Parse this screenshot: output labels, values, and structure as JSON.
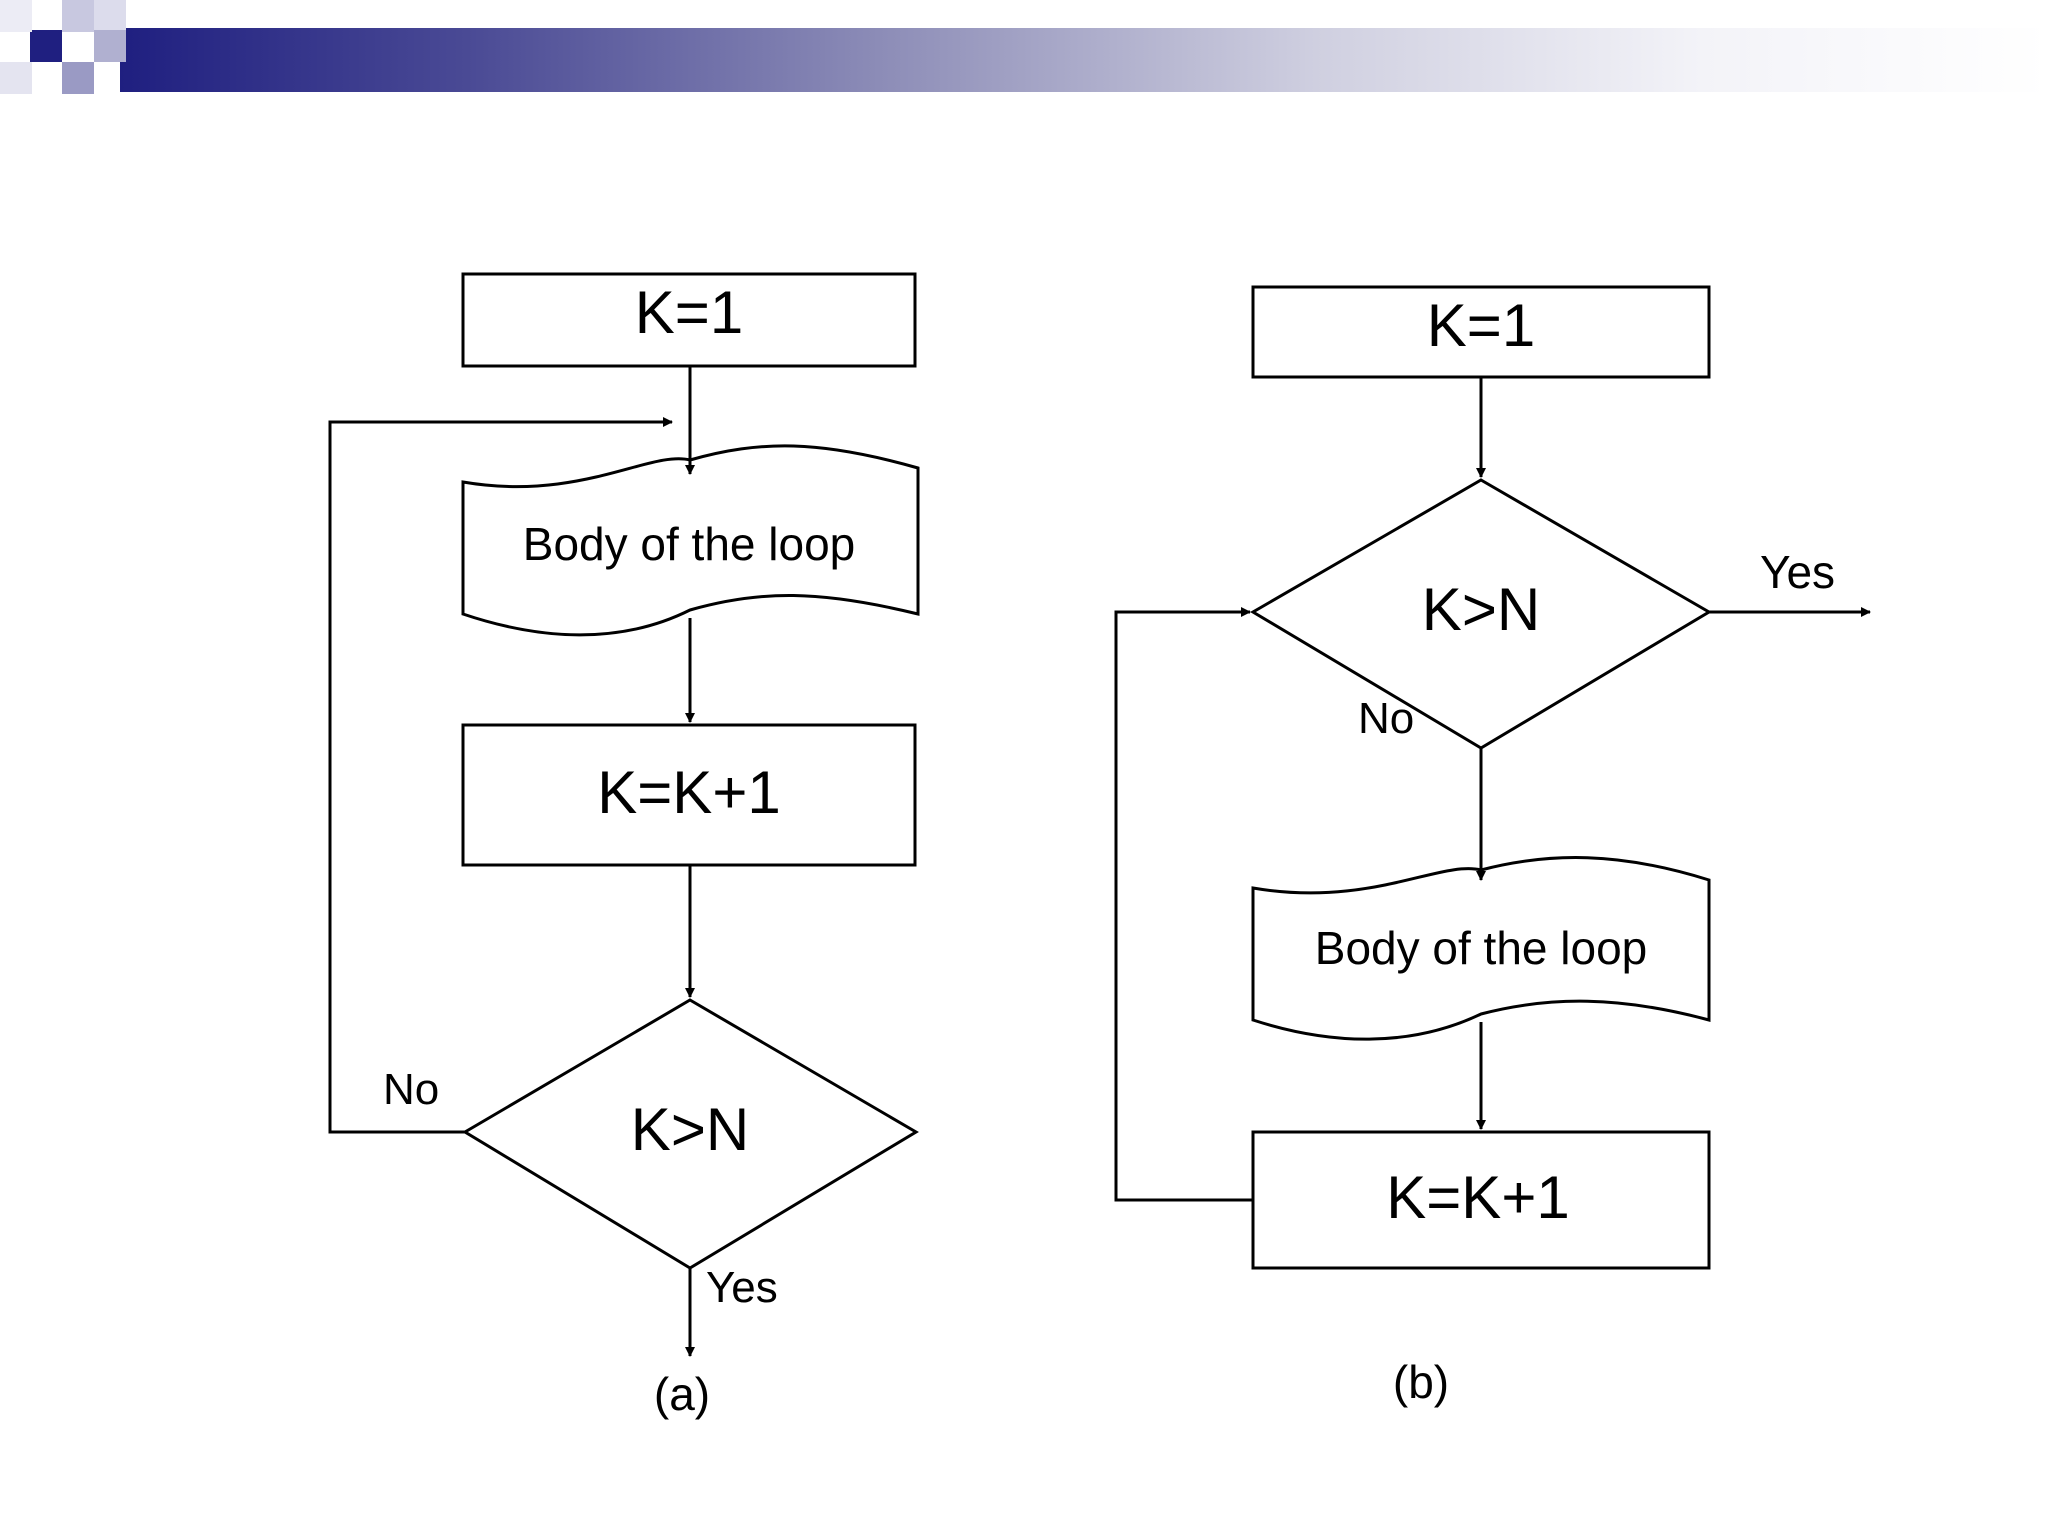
{
  "colors": {
    "banner_dark": "#1f1f80",
    "banner_light": "#b0b0d0",
    "stroke": "#000000"
  },
  "diagram_a": {
    "init_label": "K=1",
    "body_label": "Body of the loop",
    "increment_label": "K=K+1",
    "decision_label": "K>N",
    "no_label": "No",
    "yes_label": "Yes",
    "caption": "(a)"
  },
  "diagram_b": {
    "init_label": "K=1",
    "decision_label": "K>N",
    "yes_label": "Yes",
    "no_label": "No",
    "body_label": "Body of the loop",
    "increment_label": "K=K+1",
    "caption": "(b)"
  }
}
